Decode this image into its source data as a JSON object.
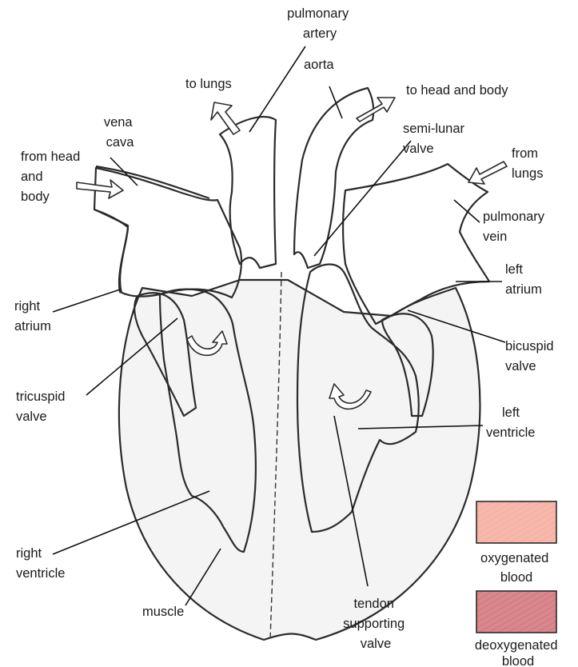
{
  "labels": {
    "pulmonary_artery": [
      "pulmonary",
      "artery"
    ],
    "aorta": "aorta",
    "to_lungs": "to lungs",
    "to_head_and_body": "to head and body",
    "vena_cava": [
      "vena",
      "cava"
    ],
    "from_head_and_body": [
      "from head",
      "and",
      "body"
    ],
    "semi_lunar_valve": [
      "semi-lunar",
      "valve"
    ],
    "from_lungs": [
      "from",
      "lungs"
    ],
    "pulmonary_vein": [
      "pulmonary",
      "vein"
    ],
    "left_atrium": [
      "left",
      "atrium"
    ],
    "right_atrium": [
      "right",
      "atrium"
    ],
    "bicuspid_valve": [
      "bicuspid",
      "valve"
    ],
    "tricuspid_valve": [
      "tricuspid",
      "valve"
    ],
    "left_ventricle": [
      "left",
      "ventricle"
    ],
    "right_ventricle": [
      "right",
      "ventricle"
    ],
    "muscle": "muscle",
    "tendon_supporting_valve": [
      "tendon",
      "supporting",
      "valve"
    ]
  },
  "legend": {
    "oxygenated": [
      "oxygenated",
      "blood"
    ],
    "deoxygenated": [
      "deoxygenated",
      "blood"
    ]
  },
  "colors": {
    "oxygenated": "#f7b8ab",
    "deoxygenated": "#d9868c",
    "muscle": "#dcdcdc"
  }
}
